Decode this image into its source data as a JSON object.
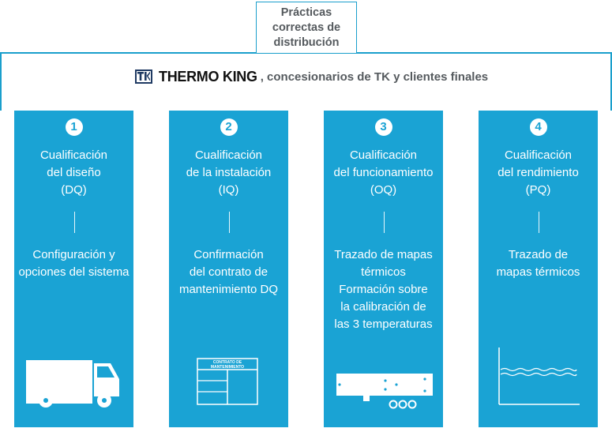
{
  "header": {
    "title_lines": [
      "Prácticas",
      "correctas de",
      "distribución"
    ],
    "brand_name": "THERMO KING",
    "brand_suffix": ", concesionarios de TK y clientes finales"
  },
  "cards": [
    {
      "number": "1",
      "qualification_lines": [
        "Cualificación",
        "del diseño",
        "(DQ)"
      ],
      "description_lines": [
        "Configuración y",
        "opciones del sistema"
      ],
      "icon": "truck-icon"
    },
    {
      "number": "2",
      "qualification_lines": [
        "Cualificación",
        "de la instalación",
        "(IQ)"
      ],
      "description_lines": [
        "Confirmación",
        "del contrato de",
        "mantenimiento DQ"
      ],
      "icon": "contract-form-icon",
      "form_title_lines": [
        "CONTRATO DE",
        "MANTENIMIENTO"
      ]
    },
    {
      "number": "3",
      "qualification_lines": [
        "Cualificación",
        "del funcionamiento",
        "(OQ)"
      ],
      "description_lines": [
        "Trazado de mapas",
        "térmicos",
        "Formación sobre",
        "la calibración de",
        "las 3 temperaturas"
      ],
      "icon": "trailer-sensors-icon"
    },
    {
      "number": "4",
      "qualification_lines": [
        "Cualificación",
        "del rendimiento",
        "(PQ)"
      ],
      "description_lines": [
        "Trazado de",
        "mapas térmicos"
      ],
      "icon": "temperature-graph-icon"
    }
  ],
  "colors": {
    "accent": "#1aa3d4",
    "frame": "#1a9fcc",
    "text_gray": "#555a5e"
  }
}
